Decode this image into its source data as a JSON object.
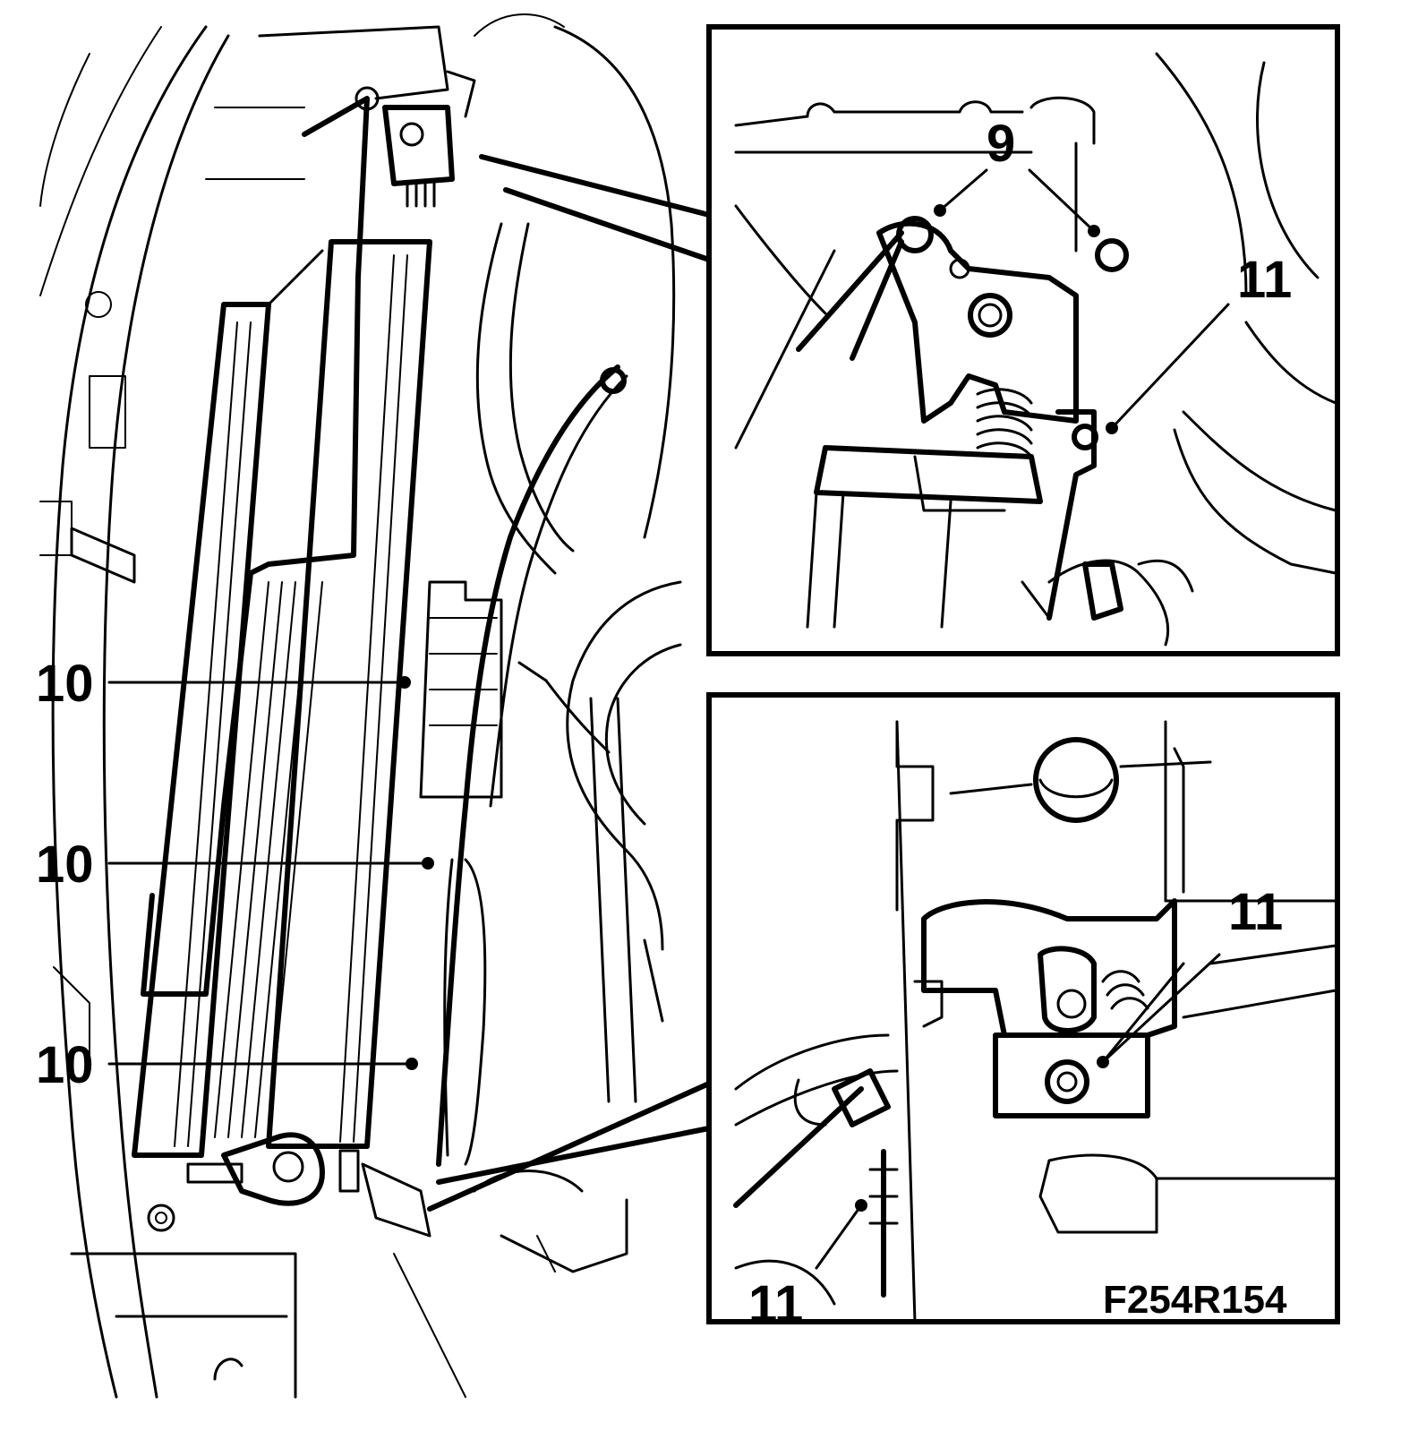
{
  "figure_id": "F254R154",
  "callouts": {
    "main_a": "10",
    "main_b": "10",
    "main_c": "10",
    "top_inset_nut": "9",
    "top_inset_bolt": "11",
    "bottom_inset_upper": "11",
    "bottom_inset_lower": "11"
  }
}
